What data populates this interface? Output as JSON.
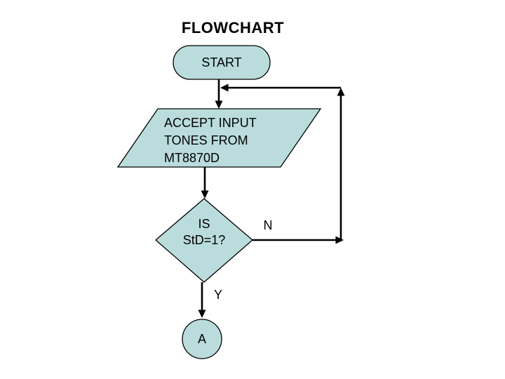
{
  "title": "FLOWCHART",
  "colors": {
    "background": "#ffffff",
    "shape_fill": "#badcdd",
    "shape_stroke": "#000000",
    "connector": "#000000",
    "text": "#000000"
  },
  "flowchart": {
    "nodes": {
      "start": {
        "shape": "terminator",
        "label": "START"
      },
      "accept_input": {
        "shape": "parallelogram",
        "line1": "ACCEPT INPUT",
        "line2": "TONES FROM",
        "line3": "MT8870D"
      },
      "decision": {
        "shape": "diamond",
        "line1": "IS",
        "line2": "StD=1?"
      },
      "connector_a": {
        "shape": "circle",
        "label": "A"
      }
    },
    "edge_labels": {
      "no": "N",
      "yes": "Y"
    }
  }
}
